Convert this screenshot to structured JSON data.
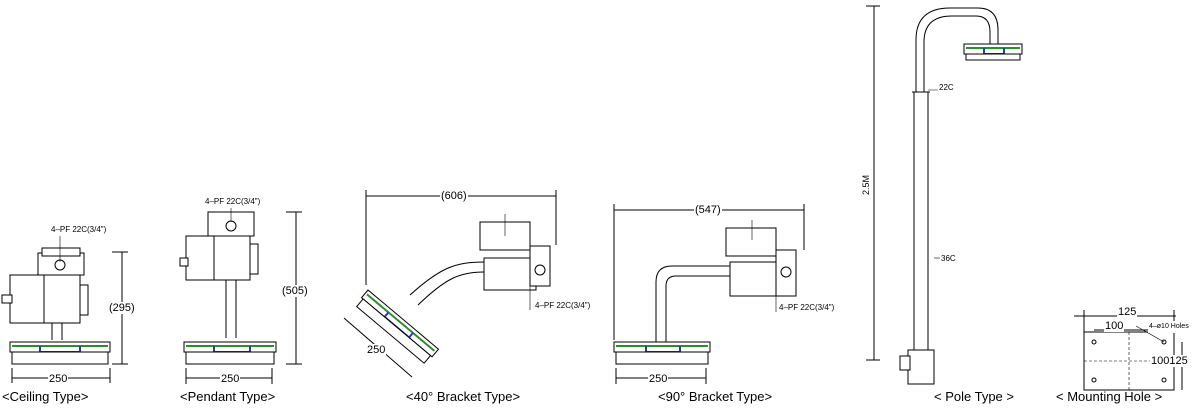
{
  "captions": {
    "ceiling": "<Ceiling Type>",
    "pendant": "<Pendant Type>",
    "bracket40": "<40° Bracket Type>",
    "bracket90": "<90° Bracket Type>",
    "pole": "< Pole Type >",
    "mounting": "< Mounting Hole >"
  },
  "dims": {
    "ceiling_width": "250",
    "ceiling_height": "(295)",
    "ceiling_conduit": "4–PF 22C(3/4\")",
    "pendant_width": "250",
    "pendant_height": "(505)",
    "pendant_conduit": "4–PF 22C(3/4\")",
    "b40_reach": "(606)",
    "b40_width": "250",
    "b40_conduit": "4–PF 22C(3/4\")",
    "b90_reach": "(547)",
    "b90_width": "250",
    "b90_conduit": "4–PF 22C(3/4\")",
    "pole_height": "2.5M",
    "pole_top_dia": "22C",
    "pole_dia": "36C",
    "mount_outer": "125",
    "mount_inner": "100",
    "mount_holes": "4–ø10 Holes",
    "mount_side": "100125"
  },
  "colors": {
    "line": "#000000",
    "green": "#2e8b2e",
    "blue": "#1f3fbf",
    "red": "#c0392b",
    "gray": "#cccccc"
  }
}
